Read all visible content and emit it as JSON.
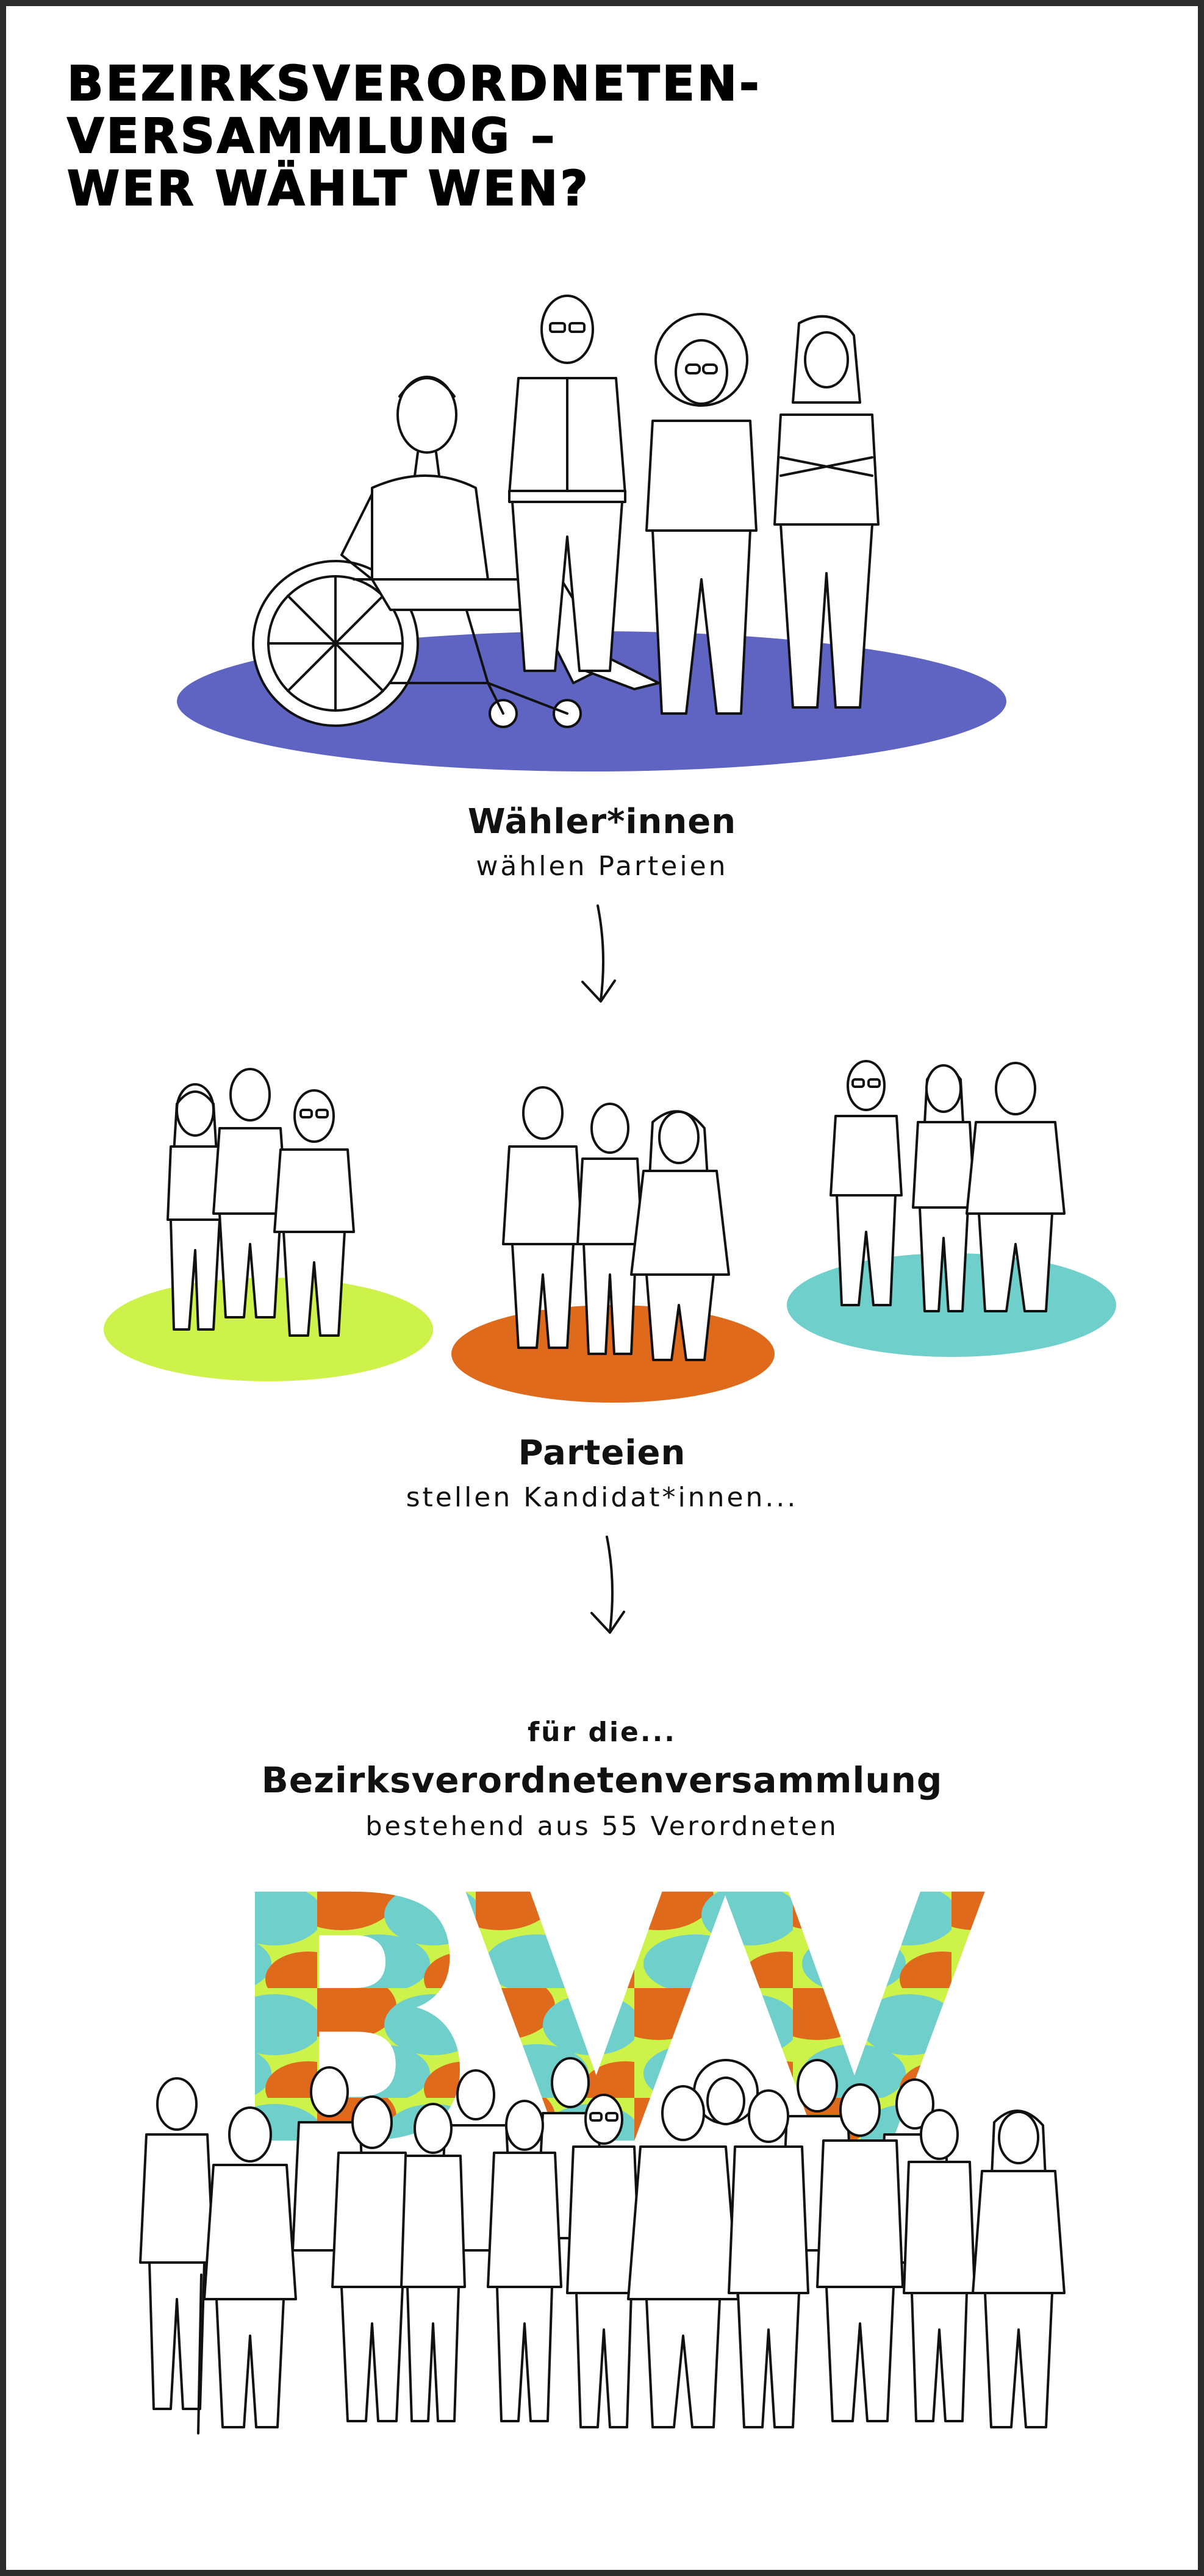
{
  "title_lines": [
    "BEZIRKSVERORDNETEN-",
    "VERSAMMLUNG –",
    "WER WÄHLT WEN?"
  ],
  "step1": {
    "heading": "Wähler*innen",
    "subheading": "wählen Parteien"
  },
  "step2": {
    "heading": "Parteien",
    "subheading": "stellen Kandidat*innen..."
  },
  "step3": {
    "intro": "für die...",
    "heading": "Bezirksverordnetenversammlung",
    "subheading": "bestehend aus 55 Verordneten",
    "big_letters": "BVV"
  },
  "icons": {
    "arrow1": "arrow-down-icon",
    "arrow2": "arrow-down-icon"
  },
  "colors": {
    "voters_platform": "#5f64c2",
    "party_lime": "#cdf24a",
    "party_orange": "#e06a1b",
    "party_teal": "#6fcfca",
    "outline": "#111111",
    "frame": "#2b2b2b"
  }
}
